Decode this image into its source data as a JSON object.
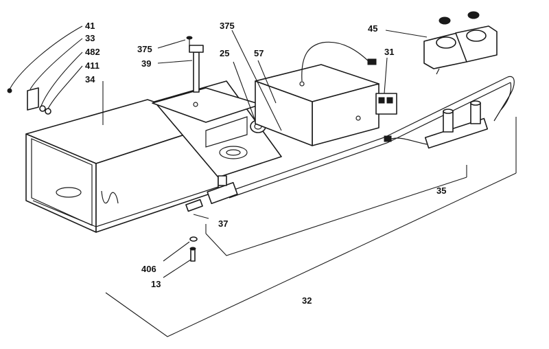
{
  "callouts": {
    "c41": "41",
    "c33": "33",
    "c482": "482",
    "c411": "411",
    "c34": "34",
    "c375a": "375",
    "c39": "39",
    "c375b": "375",
    "c25": "25",
    "c57": "57",
    "c45": "45",
    "c31": "31",
    "c35": "35",
    "c37": "37",
    "c406": "406",
    "c13": "13",
    "c32": "32"
  },
  "colors": {
    "ink": "#1a1a1a",
    "paper": "#ffffff"
  }
}
